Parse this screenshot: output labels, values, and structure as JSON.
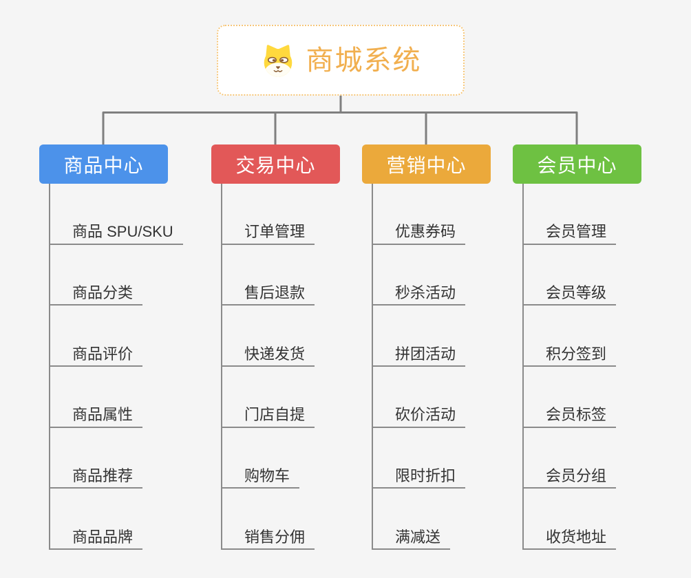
{
  "page": {
    "background": "#f5f5f5",
    "connector_color": "#7f7f7f"
  },
  "root": {
    "title": "商城系统",
    "icon": "shiba-dog-icon",
    "title_color": "#f1af4f",
    "border_color": "#f6c678"
  },
  "branches": [
    {
      "label": "商品中心",
      "color": "#4c92ea",
      "children": [
        "商品 SPU/SKU",
        "商品分类",
        "商品评价",
        "商品属性",
        "商品推荐",
        "商品品牌"
      ]
    },
    {
      "label": "交易中心",
      "color": "#e25858",
      "children": [
        "订单管理",
        "售后退款",
        "快递发货",
        "门店自提",
        "购物车",
        "销售分佣"
      ]
    },
    {
      "label": "营销中心",
      "color": "#eba93b",
      "children": [
        "优惠券码",
        "秒杀活动",
        "拼团活动",
        "砍价活动",
        "限时折扣",
        "满减送"
      ]
    },
    {
      "label": "会员中心",
      "color": "#6ec142",
      "children": [
        "会员管理",
        "会员等级",
        "积分签到",
        "会员标签",
        "会员分组",
        "收货地址"
      ]
    }
  ]
}
